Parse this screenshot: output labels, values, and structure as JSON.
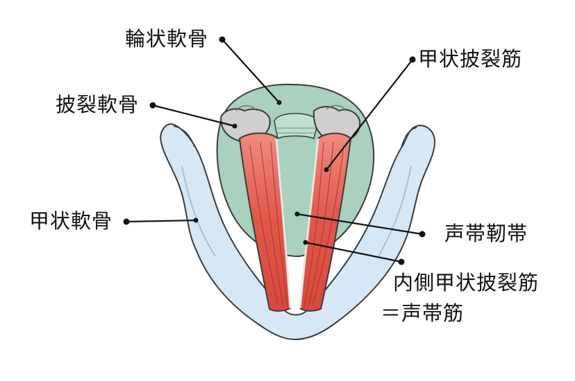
{
  "labels": {
    "cricoid": "輪状軟骨",
    "thyroarytenoid": "甲状披裂筋",
    "arytenoid": "披裂軟骨",
    "thyroid": "甲状軟骨",
    "vocal_ligament": "声帯靭帯",
    "medial_ta_line1": "内側甲状披裂筋",
    "medial_ta_line2": "＝声帯筋"
  },
  "colors": {
    "thyroid_cartilage": "#d6e7f5",
    "cricoid_cartilage": "#a9d1bd",
    "arytenoid_cartilage": "#cfcfcf",
    "muscle": "#e0574a",
    "outline": "#3a3a3a",
    "leader_line": "#111111"
  }
}
